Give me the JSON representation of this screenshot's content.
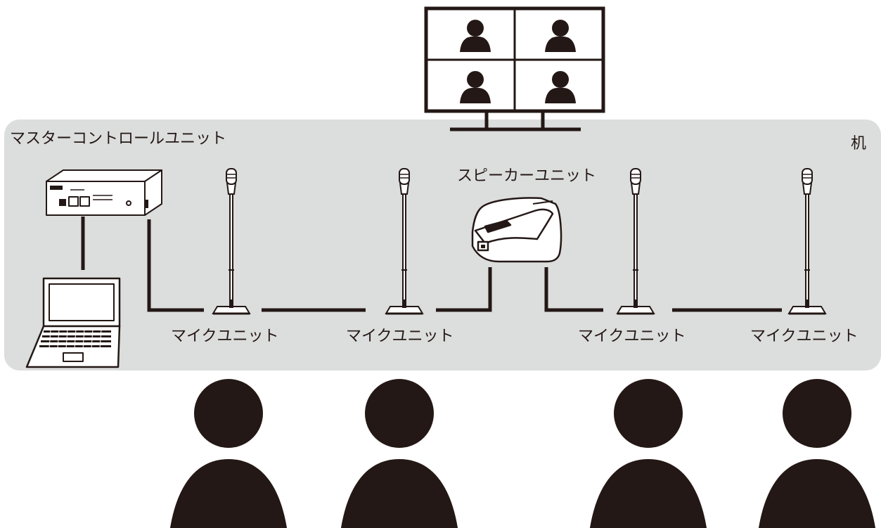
{
  "labels": {
    "master_control_unit": "マスターコントロールユニット",
    "desk": "机",
    "speaker_unit": "スピーカーユニット",
    "mic_unit": "マイクユニット"
  },
  "colors": {
    "desk_fill": "#dcdddd",
    "ink": "#231815",
    "background": "#ffffff"
  },
  "icons": [
    "monitor-icon",
    "person-icon",
    "master-control-unit-icon",
    "laptop-icon",
    "gooseneck-mic-icon",
    "speaker-unit-icon"
  ]
}
